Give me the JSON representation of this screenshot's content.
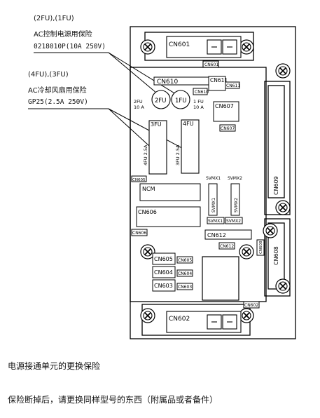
{
  "labels": {
    "fu12_ids": "(2FU),(1FU)",
    "fu12_purpose": "AC控制电源用保险",
    "fu12_spec": "0218010P(10A 250V)",
    "fu34_ids": "(4FU),(3FU)",
    "fu34_purpose": "AC冷却风扇用保险",
    "fu34_spec": "GP25(2.5A 250V)"
  },
  "board": {
    "cn601": "CN601",
    "cn601_tag": "CN601",
    "cn610": "CN610",
    "cn610_tag": "CN610",
    "cn611": "CN611",
    "cn611_tag": "CN611",
    "cn607": "CN607",
    "cn607_tag": "CN607",
    "fuse2_text": "2FU",
    "fuse2_name": "2FU",
    "fuse2_rating": "10 A",
    "fuse1_text": "1FU",
    "fuse1_name": "1 FU",
    "fuse1_rating": "10 A",
    "fuse3_name": "3FU",
    "fuse3_rating": "4FU 2.5A",
    "fuse4_name": "4FU",
    "fuse4_rating": "3FU 2.5A",
    "cn605_tag_left": "CN605",
    "svmx1_top": "SVMX1",
    "svmx2_top": "SVMX2",
    "svmx1_body": "SVMX1",
    "svmx2_body": "SVMX2",
    "svmx1_tag": "SVMX1",
    "svmx2_tag": "SVMX2",
    "ncm": "NCM",
    "cn606": "CN606",
    "cn606_tag": "CN606",
    "cn609": "CN609",
    "cn612": "CN612",
    "cn612_tag": "CN612",
    "cn608": "CN608",
    "cn608_tag": "CN608",
    "cn605": "CN605",
    "cn605_tag": "CN605",
    "cn604": "CN604",
    "cn604_tag": "CN604",
    "cn603": "CN603",
    "cn603_tag": "CN603",
    "cn602": "CN602",
    "cn602_tag": "CN602"
  },
  "caption": {
    "line1": "电源接通单元的更换保险",
    "line2": "保险断掉后，请更换同样型号的东西（附属品或者备件）"
  }
}
